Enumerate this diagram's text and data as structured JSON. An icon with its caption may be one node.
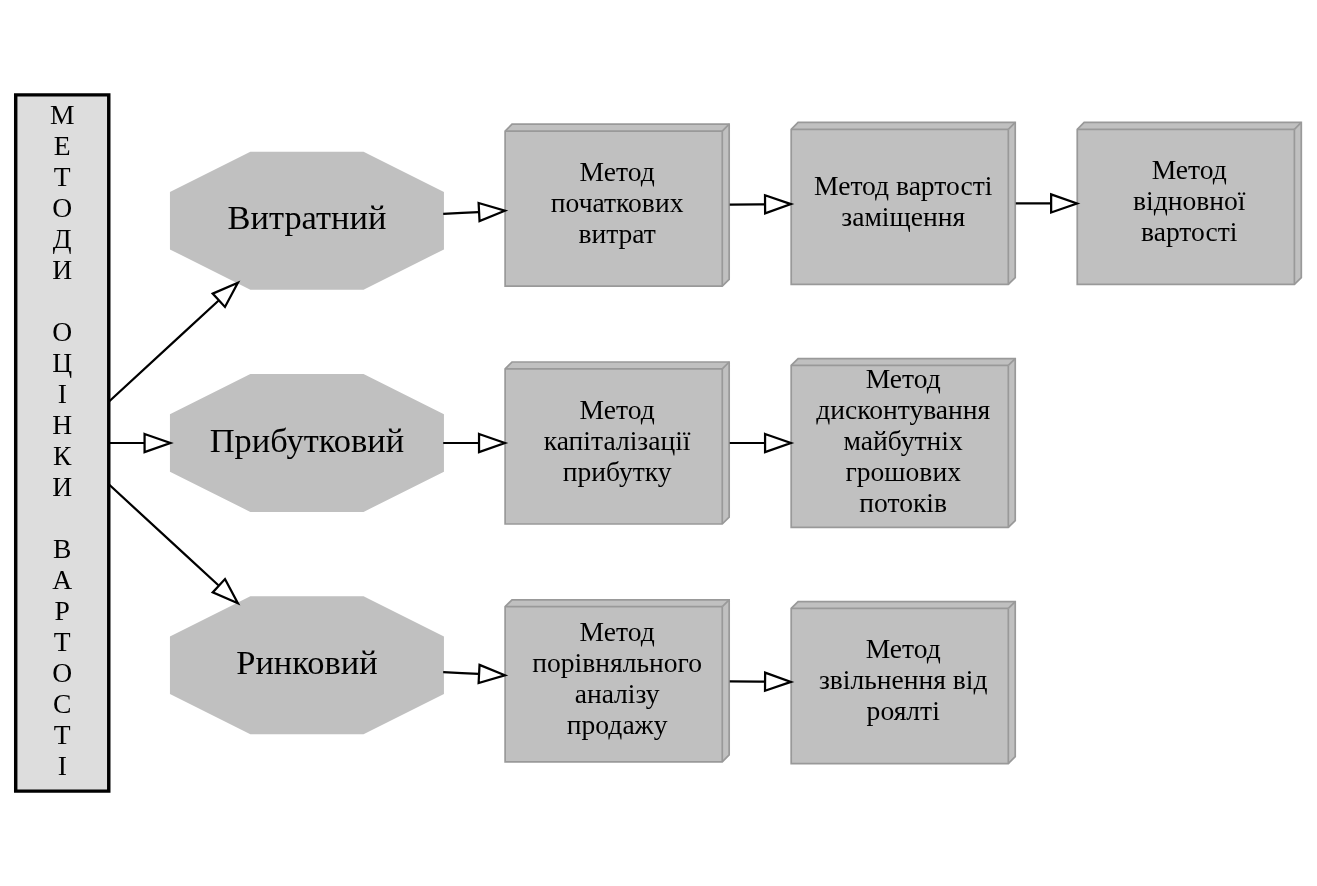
{
  "diagram": {
    "nodes": [
      {
        "text": [
          "МЕТОДИ ОЦІНКИ ВАРТОСТІ"
        ]
      },
      {
        "text": [
          "Витратний"
        ]
      },
      {
        "text": [
          "Метод початкових витрат"
        ]
      },
      {
        "text": [
          "Метод вартості заміщення"
        ]
      },
      {
        "text": [
          "Метод відновної вартості"
        ]
      },
      {
        "text": [
          "Прибутковий"
        ]
      },
      {
        "text": [
          "Метод капіталізації прибутку"
        ]
      },
      {
        "text": [
          "Метод дисконтування майбутніх грошових потоків"
        ]
      },
      {
        "text": [
          "Ринковий"
        ]
      },
      {
        "text": [
          "Метод порівняльного аналізу продажу"
        ]
      },
      {
        "text": [
          "Метод звільнення від роялті"
        ]
      }
    ],
    "edges": [
      {
        "from": 0,
        "to": 1,
        "arrow": "to"
      },
      {
        "from": 0,
        "to": 5,
        "arrow": "to"
      },
      {
        "from": 0,
        "to": 8,
        "arrow": "to"
      },
      {
        "from": 1,
        "to": 2,
        "arrow": "to"
      },
      {
        "from": 2,
        "to": 3,
        "arrow": "to"
      },
      {
        "from": 3,
        "to": 4,
        "arrow": "to"
      },
      {
        "from": 5,
        "to": 6,
        "arrow": "to"
      },
      {
        "from": 6,
        "to": 7,
        "arrow": "to"
      },
      {
        "from": 8,
        "to": 9,
        "arrow": "to"
      },
      {
        "from": 9,
        "to": 10,
        "arrow": "to"
      }
    ]
  }
}
